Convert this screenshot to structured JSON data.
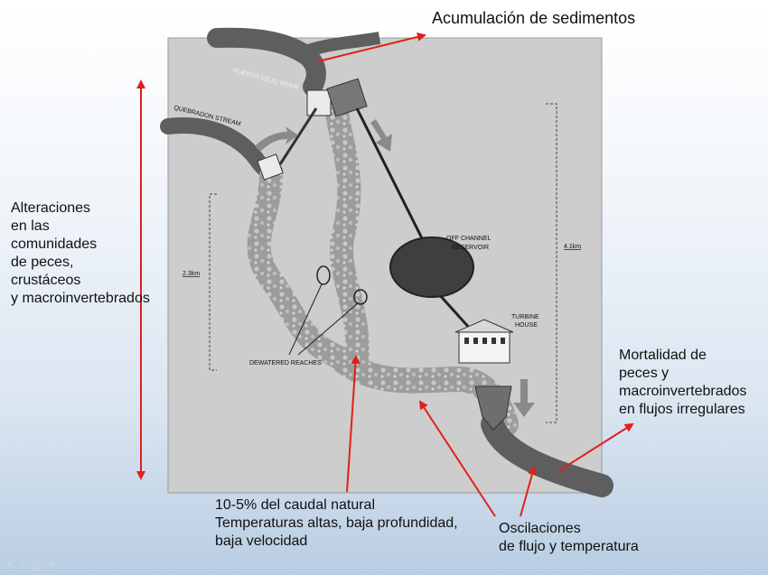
{
  "labels": {
    "title": "Acumulación de sedimentos",
    "left": [
      "Alteraciones",
      "en las",
      "comunidades",
      "de peces,",
      "crustáceos",
      "y macroinvertebrados"
    ],
    "right": [
      "Mortalidad de",
      "peces y",
      "macroinvertebrados",
      "en flujos irregulares"
    ],
    "bottom_center": [
      "10-5% del caudal natural",
      "Temperaturas altas, baja profundidad,",
      "baja velocidad"
    ],
    "bottom_right": [
      "Oscilaciones",
      "de flujo y temperatura"
    ]
  },
  "map": {
    "river_main": "PUERTO VIEJO RIVER",
    "stream": "QUEBRADON STREAM",
    "reservoir": [
      "OFF CHANNEL",
      "RESERVOIR"
    ],
    "turbine": [
      "TURBINE",
      "HOUSE"
    ],
    "dewatered": "DEWATERED REACHES",
    "dist_left": "2.3km",
    "dist_right": "4.1km"
  },
  "colors": {
    "arrow": "#e0201a",
    "river": "#6b6b6b",
    "map_bg": "#cfcfcf"
  }
}
